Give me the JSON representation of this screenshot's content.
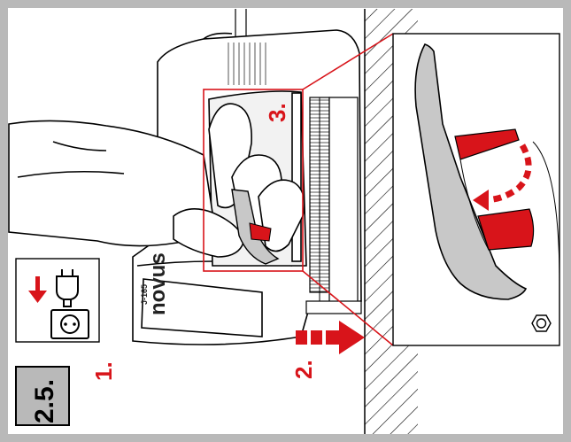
{
  "step_label": "2.5.",
  "callouts": {
    "one": "1.",
    "two": "2.",
    "three": "3."
  },
  "device": {
    "brand": "novus",
    "model": "J-165"
  },
  "icons": {
    "unplug": "unplug-icon",
    "arrow_down": "arrow-down-icon",
    "push_arrow": "push-arrow-icon",
    "rotate_arrow": "rotate-arrow-icon"
  },
  "colors": {
    "accent": "#d8141a",
    "border": "#b9b9b9",
    "lever": "#c8c8c8"
  }
}
